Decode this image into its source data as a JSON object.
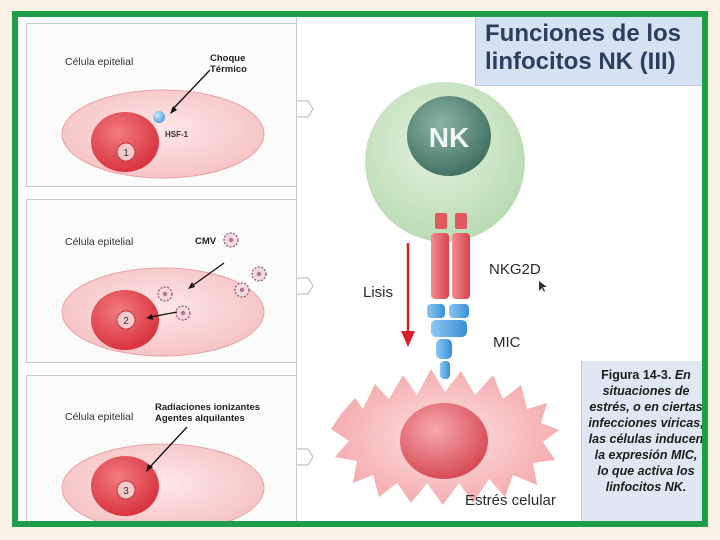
{
  "title": {
    "line1": "Funciones de los",
    "line2": "linfocitos NK (III)"
  },
  "panels": [
    {
      "cell_label": "Célula epitelial",
      "stimulus_line1": "Choque",
      "stimulus_line2": "Térmico",
      "marker": "HSF-1",
      "number": "1"
    },
    {
      "cell_label": "Célula epitelial",
      "stimulus_line1": "CMV",
      "number": "2"
    },
    {
      "cell_label": "Célula epitelial",
      "stimulus_line1": "Radiaciones ionizantes",
      "stimulus_line2": "Agentes alquilantes",
      "number": "3"
    }
  ],
  "diagram": {
    "nk_label": "NK",
    "receptor_label": "NKG2D",
    "ligand_label": "MIC",
    "lysis_label": "Lisis",
    "stressed_cell_label": "Estrés celular"
  },
  "caption": {
    "figure": "Figura 14-3.",
    "text": "En situaciones de estrés, o en ciertas infecciones víricas, las células inducen la expresión MIC, lo que activa los linfocitos NK."
  },
  "colors": {
    "frame": "#1e9e4a",
    "nucleus_red": "#e0414b",
    "nk_green": "#4e7d6e",
    "receptor_red": "#e2585f",
    "mic_blue": "#4b9fdc"
  }
}
